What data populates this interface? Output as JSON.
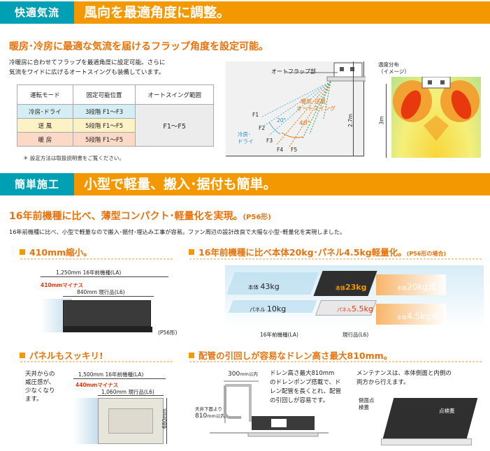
{
  "section1": {
    "tag": "快適気流",
    "title": "風向を最適角度に調整。",
    "heading": "暖房･冷房に最適な気流を届けるフラップ角度を設定可能。",
    "paragraph_lines": [
      "冷暖房に合わせてフラップを最適角度に設定可能。さらに",
      "気流をワイドに広げるオートスイングも装備しています。"
    ],
    "table": {
      "headers": [
        "運転モード",
        "固定可能位置",
        "オートスイング範囲"
      ],
      "rows": [
        {
          "mode": "冷房･ドライ",
          "fixed": "3段階 F1〜F3",
          "color": "#d5eef5"
        },
        {
          "mode": "送 風",
          "fixed": "5段階 F1〜F5",
          "color": "#fdf2c6"
        },
        {
          "mode": "暖 房",
          "fixed": "5段階 F1〜F5",
          "color": "#fbd9c6"
        }
      ],
      "swing": "F1〜F5"
    },
    "note": "＊ 設定方法は取扱説明書をご覧ください。",
    "diagram": {
      "auto_flap": "オートフラップ部",
      "f1": "F1",
      "f2": "F2",
      "f3": "F3",
      "f4": "F4",
      "f5": "F5",
      "angle_cool": "20°",
      "angle_heat": "40°",
      "heat_label_1": "暖房･送風",
      "heat_label_2": "オートスイング",
      "cool_label_1": "冷房･",
      "cool_label_2": "ドライ",
      "height": "2.7m"
    },
    "temp": {
      "title_1": "温度分布",
      "title_2": "（イメージ）",
      "height": "3m"
    }
  },
  "section2": {
    "tag": "簡単施工",
    "title": "小型で軽量、搬入･据付も簡単。",
    "heading_main": "16年前機種に比べ、薄型コンパクト･軽量化を実現。",
    "heading_suffix": "(P56形)",
    "paragraph": "16年前機種に比べ、小型で軽量なので搬入･据付･埋込み工事が容易。ファン周辺の設計改良で大幅な小型･軽量化を実現しました。",
    "sub1": {
      "title": "410mm縮小。",
      "la": "1,250mm 16年前機種(LA)",
      "minus": "410mmマイナス",
      "l6": "840mm 現行品(L6)",
      "model": "(P56形)"
    },
    "sub2": {
      "title": "16年前機種に比べ本体20kg･パネル4.5kg軽量化。",
      "title_small": "(P56形の場合)",
      "body_old_label": "本体",
      "body_old_value": "43kg",
      "panel_old_label": "パネル",
      "panel_old_value": "10kg",
      "body_new_label": "本体",
      "body_new_value": "23kg",
      "panel_new_label": "パネル",
      "panel_new_value": "5.5kg",
      "body_reduce_label": "本体",
      "body_reduce_value": "20kg減",
      "panel_reduce_label": "本体",
      "panel_reduce_value": "4.5kg減",
      "old_caption": "16年前機種(LA)",
      "new_caption": "現行品(L6)"
    },
    "sub3": {
      "title": "パネルもスッキリ!",
      "text_lines": [
        "天井からの",
        "威圧感が、",
        "少なくなり",
        "ます。"
      ],
      "la": "1,500mm 16年前機種(LA)",
      "minus": "440mmマイナス",
      "l6": "1,060mm 現行品(L6)",
      "height": "680mm"
    },
    "sub4": {
      "title": "配管の引回しが容易なドレン高さ最大810mm。",
      "mm300": "300",
      "mm300_unit": "mm以内",
      "drain_under_1": "天井下面より",
      "drain_under_2_value": "810",
      "drain_under_2_unit": "mm以内",
      "text_lines": [
        "ドレン高さ最大810mm",
        "のドレンポンプ搭載で、ド",
        "レン配管を長くとれ、配管",
        "の引回しが容易です。"
      ],
      "maint_lines": [
        "メンテナンスは、本体側面と内側の",
        "両方から行えます。"
      ],
      "side_check_1": "側面点",
      "side_check_2": "検蓋",
      "check_lid": "点検蓋"
    }
  }
}
